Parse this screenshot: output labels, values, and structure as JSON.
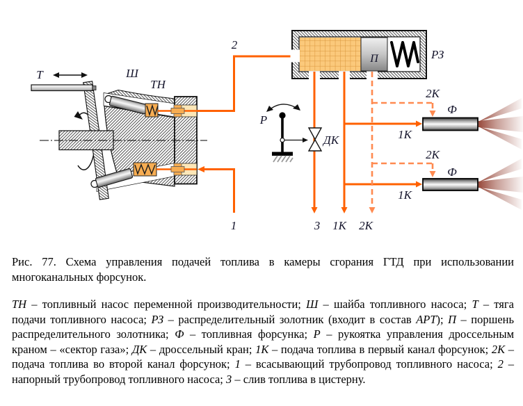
{
  "colors": {
    "pipe_solid": "#FF6100",
    "pipe_dashed": "#FF8A50",
    "fuel_fill": "#FBC97B",
    "fuel_grid_line": "#D9953B",
    "spring_fill": "#F7AD52",
    "spray": "#8F3A2B",
    "label_ink": "#14142b"
  },
  "diagram": {
    "labels": {
      "t": "Т",
      "sh": "Ш",
      "tn": "ТН",
      "two": "2",
      "one": "1",
      "three": "3",
      "rz": "РЗ",
      "piston": "П",
      "r": "Р",
      "dk": "ДК",
      "f": "Ф",
      "k1": "1К",
      "k2": "2К"
    }
  },
  "caption": "Рис. 77. Схема управления подачей топлива в камеры сгорания ГТД при использовании многоканальных форсунок.",
  "legend": {
    "items": [
      {
        "code": "ТН",
        "text": " – топливный насос переменной производительности;"
      },
      {
        "code": "Ш",
        "text": " – шайба топливного насоса;"
      },
      {
        "code": "Т",
        "text": " – тяга подачи топливного насоса;"
      },
      {
        "code": "РЗ",
        "text": " – распределительный золотник (входит в состав ",
        "code2": "АРТ",
        "text2": ");"
      },
      {
        "code": "П",
        "text": " – поршень распределительного золотника;"
      },
      {
        "code": "Ф",
        "text": " – топливная форсунка;"
      },
      {
        "code": "Р",
        "text": " – рукоятка управления дроссельным краном – «сектор газа»;"
      },
      {
        "code": "ДК",
        "text": " – дроссельный кран;"
      },
      {
        "code": "1К",
        "text": " – подача топлива в первый канал форсунок;"
      },
      {
        "code": "2К",
        "text": " – подача топлива во второй канал форсунок;"
      },
      {
        "code": "1",
        "text": " – всасывающий трубопровод топливного насоса;"
      },
      {
        "code": "2",
        "text": " – напорный трубопровод топливного насоса;"
      },
      {
        "code": "3",
        "text": " – слив топлива в цистерну."
      }
    ]
  }
}
